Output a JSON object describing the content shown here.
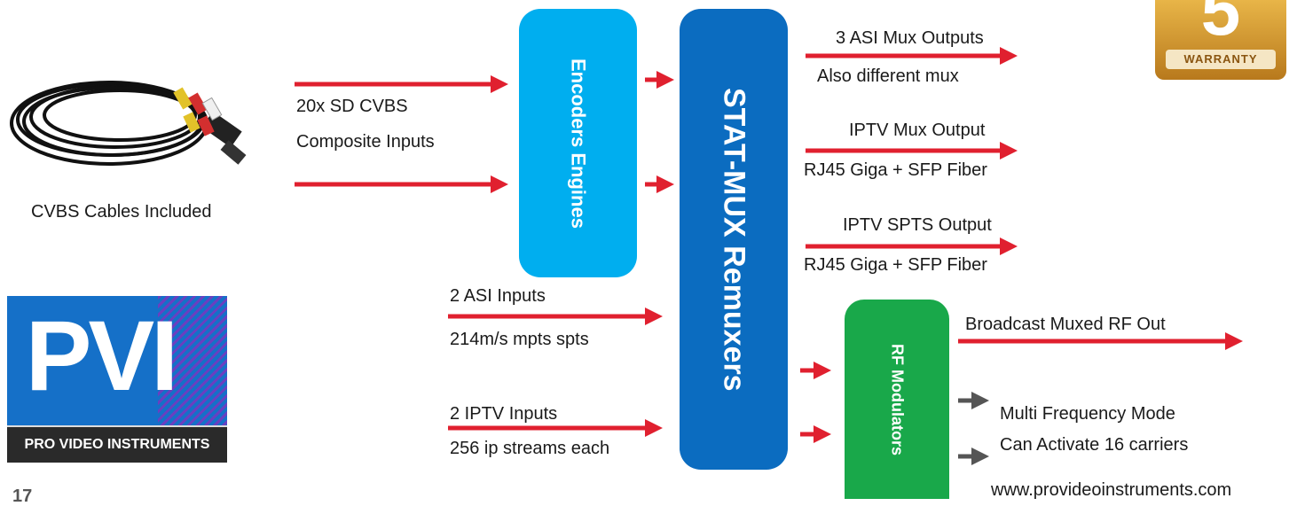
{
  "blocks": {
    "encoders": "Encoders Engines",
    "statmux": "STAT-MUX Remuxers",
    "modulators": "RF Modulators"
  },
  "inputs": {
    "cvbs_line1": "20x SD CVBS",
    "cvbs_line2": "Composite Inputs",
    "asi_line1": "2 ASI Inputs",
    "asi_line2": "214m/s mpts spts",
    "iptv_line1": "2 IPTV Inputs",
    "iptv_line2": "256 ip streams each"
  },
  "outputs": {
    "asi_line1": "3 ASI Mux Outputs",
    "asi_line2": "Also different mux",
    "iptv_mux_line1": "IPTV Mux Output",
    "iptv_mux_line2": "RJ45 Giga + SFP Fiber",
    "iptv_spts_line1": "IPTV SPTS Output",
    "iptv_spts_line2": "RJ45 Giga + SFP Fiber",
    "rf_out": "Broadcast Muxed RF Out",
    "rf_feature1": "Multi Frequency Mode",
    "rf_feature2": "Can Activate 16 carriers"
  },
  "cables_caption": "CVBS Cables Included",
  "logo": {
    "mark": "PVI",
    "name": "PRO VIDEO INSTRUMENTS"
  },
  "warranty": {
    "digit": "5",
    "text": "WARRANTY"
  },
  "website": "www.provideoinstruments.com",
  "page_number": "17",
  "colors": {
    "encoders": "#00aeef",
    "statmux": "#0b6cc0",
    "modulators": "#19a84a",
    "arrow_red": "#e0202f",
    "arrow_gray": "#555555",
    "logo_blue": "#1570c8",
    "warranty_gold": "#d9a032"
  }
}
